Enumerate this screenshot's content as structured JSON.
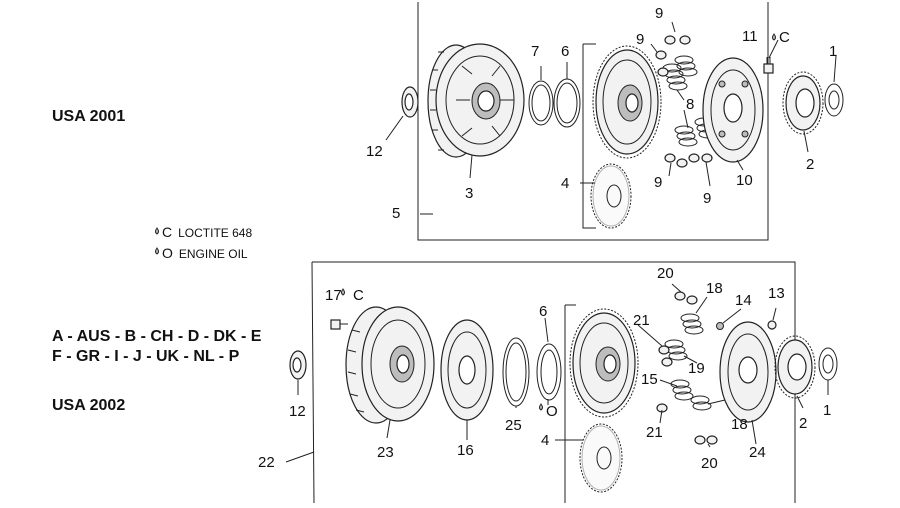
{
  "groups": {
    "usa2001": "USA 2001",
    "markets_line1": "A - AUS - B - CH - D - DK - E",
    "markets_line2": "F - GR - I - J - UK - NL - P",
    "usa2002": "USA 2002"
  },
  "legend": {
    "loctite": {
      "symbol": "C",
      "text": "LOCTITE 648"
    },
    "oil": {
      "symbol": "O",
      "text": "ENGINE OIL"
    }
  },
  "callouts_top": {
    "c9a": "9",
    "c9b": "9",
    "c11": "11",
    "c11_sym": "C",
    "c1": "1",
    "c7": "7",
    "c6": "6",
    "c8": "8",
    "c12": "12",
    "c3": "3",
    "c4": "4",
    "c9c": "9",
    "c9d": "9",
    "c10": "10",
    "c2": "2",
    "c5": "5"
  },
  "callouts_bottom": {
    "c20a": "20",
    "c18a": "18",
    "c17": "17",
    "c17_sym": "C",
    "c14": "14",
    "c13": "13",
    "c6": "6",
    "c21a": "21",
    "c19": "19",
    "c15": "15",
    "c12": "12",
    "c1": "1",
    "c2": "2",
    "c25": "25",
    "c6_sym": "O",
    "c18b": "18",
    "c21b": "21",
    "c4": "4",
    "c23": "23",
    "c16": "16",
    "c24": "24",
    "c20b": "20",
    "c22": "22"
  }
}
